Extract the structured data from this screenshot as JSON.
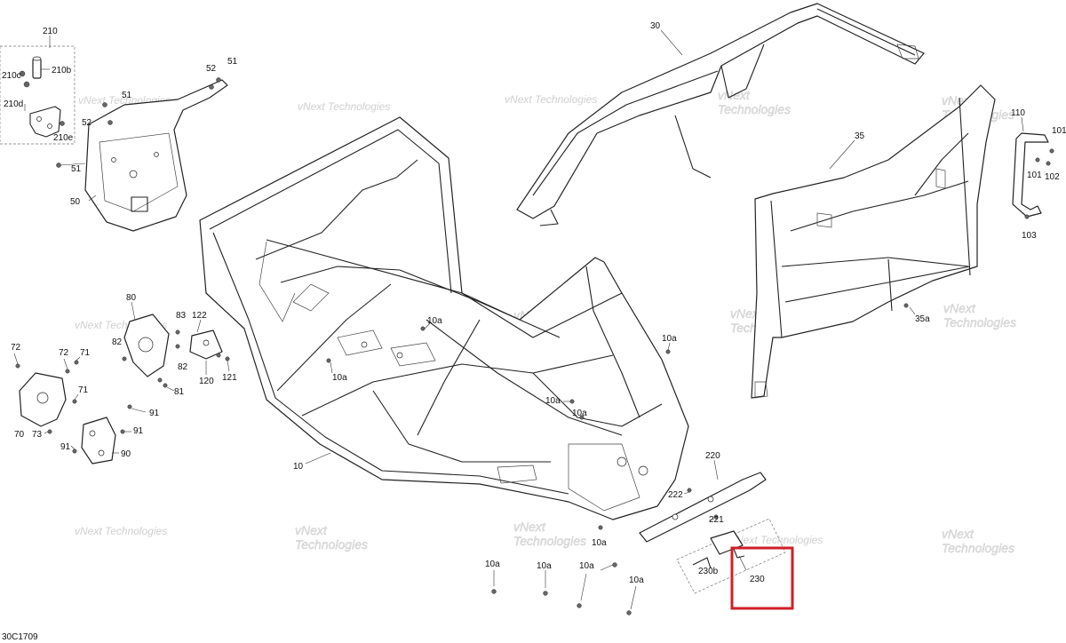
{
  "drawing_code": "30C1709",
  "highlight_color": "#d01f28",
  "watermark": {
    "line1": "vNext",
    "line2": "Technologies",
    "line_full": "vNext Technologies"
  },
  "callouts": {
    "c210": "210",
    "c210b": "210b",
    "c210c": "210c",
    "c210d": "210d",
    "c210e": "210e",
    "c52a": "52",
    "c51a": "51",
    "c51b": "51",
    "c52b": "52",
    "c51c": "51",
    "c50": "50",
    "c30": "30",
    "c35": "35",
    "c35a": "35a",
    "c110": "110",
    "c101a": "101",
    "c101b": "101",
    "c102": "102",
    "c103": "103",
    "c80": "80",
    "c82a": "82",
    "c82b": "82",
    "c83": "83",
    "c81": "81",
    "c122": "122",
    "c120": "120",
    "c121": "121",
    "c72": "72",
    "c72b": "72",
    "c71a": "71",
    "c71b": "71",
    "c70": "70",
    "c73": "73",
    "c91a": "91",
    "c91b": "91",
    "c91c": "91",
    "c90": "90",
    "c10": "10",
    "c10a_1": "10a",
    "c10a_2": "10a",
    "c10a_3": "10a",
    "c10a_4": "10a",
    "c10a_5": "10a",
    "c10a_6": "10a",
    "c10a_7": "10a",
    "c10a_8": "10a",
    "c10a_9": "10a",
    "c10a_10": "10a",
    "c220": "220",
    "c222": "222",
    "c221": "221",
    "c230": "230",
    "c230b": "230b"
  }
}
